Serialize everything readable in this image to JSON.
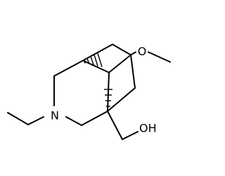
{
  "molecule": {
    "atoms": {
      "nitrogen": "N",
      "methoxy_oxygen": "O",
      "hydroxyl": "OH"
    },
    "colors": {
      "bond": "#000000",
      "text": "#000000",
      "background": "#ffffff"
    }
  }
}
